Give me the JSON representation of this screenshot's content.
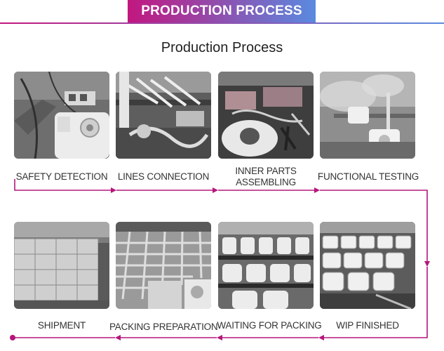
{
  "banner": {
    "title": "PRODUCTION PROCESS",
    "gradient_start": "#c2177f",
    "gradient_end": "#5a8ae0"
  },
  "heading": "Production Process",
  "accent_color": "#b5167a",
  "steps": [
    {
      "label": "SAFETY DETECTION",
      "photo": "machine-closeup-photo"
    },
    {
      "label": "LINES CONNECTION",
      "photo": "wiring-bench-photo"
    },
    {
      "label": "INNER PARTS ASSEMBLING",
      "line1": "INNER PARTS",
      "line2": "ASSEMBLING",
      "photo": "parts-assembly-photo"
    },
    {
      "label": "FUNCTIONAL TESTING",
      "photo": "steam-testing-photo"
    },
    {
      "label": "WIP FINISHED",
      "photo": "finished-units-photo"
    },
    {
      "label": "WAITING FOR PACKING",
      "photo": "units-on-racks-photo"
    },
    {
      "label": "PACKING PREPARATION",
      "photo": "carton-dividers-photo"
    },
    {
      "label": "SHIPMENT",
      "photo": "stacked-cartons-photo"
    }
  ]
}
